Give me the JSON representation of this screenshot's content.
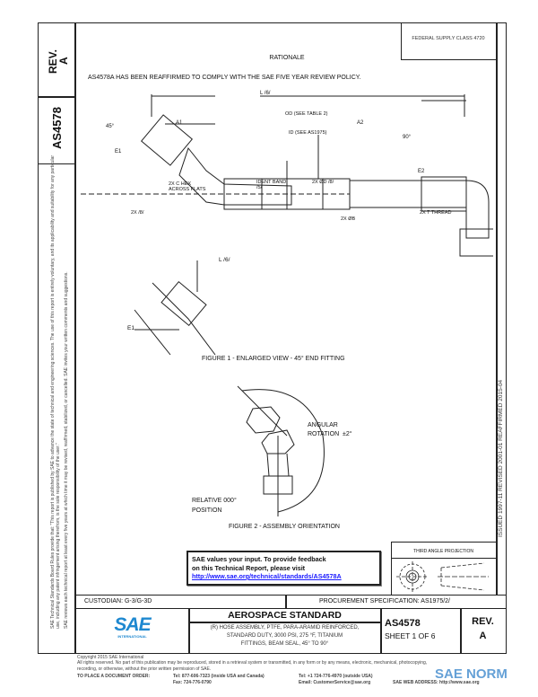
{
  "header": {
    "federal_supply_class": "FEDERAL SUPPLY CLASS 4720",
    "rationale_title": "RATIONALE",
    "rationale_text": "AS4578A HAS BEEN REAFFIRMED TO COMPLY WITH THE SAE FIVE YEAR REVIEW POLICY."
  },
  "left_strip": {
    "rev_label": "REV.",
    "rev_value": "A",
    "doc_number": "AS4578",
    "disclaimer_1": "SAE Technical Standards Board Rules provide that: \"This report is published by SAE to advance the state of technical and engineering sciences. The use of this report is entirely voluntary, and its applicability and suitability for any particular use, including any patent infringement arising therefrom, is the sole responsibility of the user.\"",
    "disclaimer_2": "SAE reviews each technical report at least every five years at which time it may be revised, reaffirmed, stabilized, or cancelled. SAE invites your written comments and suggestions."
  },
  "right_strip": {
    "issued": "ISSUED 1997-11   REVISED 2001-01   REAFFIRMED 2015-04"
  },
  "figure1": {
    "labels": {
      "L": "L /6/",
      "A1": "A1",
      "A2": "A2",
      "OD": "OD (SEE TABLE 2)",
      "ID": "ID (SEE AS1975)",
      "angle45": "45°",
      "angle90": "90°",
      "E1": "E1",
      "E2": "E2",
      "hex": "2X C HEX ACROSS FLATS",
      "ident": "IDENT BAND /5/",
      "diaD": "2X ØD /8/",
      "diaB": "2X ØB",
      "thread": "2X T THREAD",
      "note8": "2X /8/"
    },
    "detail_L": "L /6/",
    "detail_E1": "E1",
    "caption": "FIGURE 1 - ENLARGED VIEW - 45° END FITTING"
  },
  "figure2": {
    "angular": "ANGULAR",
    "rotation": "ROTATION  ±2°",
    "relative": "RELATIVE 000°",
    "position": "POSITION",
    "caption": "FIGURE 2 - ASSEMBLY ORIENTATION"
  },
  "feedback": {
    "line1": "SAE values your input. To provide feedback",
    "line2": "on this Technical Report, please visit",
    "link": "http://www.sae.org/technical/standards/AS4578A"
  },
  "projection": {
    "label": "THIRD ANGLE PROJECTION"
  },
  "info_row": {
    "custodian": "CUSTODIAN: G-3/G-3D",
    "procurement": "PROCUREMENT SPECIFICATION: AS1975/2/"
  },
  "title_block": {
    "logo_text": "SAE",
    "logo_sub": "INTERNATIONAL",
    "heading": "AEROSPACE STANDARD",
    "description_1": "(R) HOSE ASSEMBLY, PTFE, PARA-ARAMID REINFORCED,",
    "description_2": "STANDARD DUTY, 3000 PSI, 275 °F, TITANIUM",
    "description_3": "FITTINGS, BEAM SEAL, 45° TO 90°",
    "doc_number": "AS4578",
    "sheet": "SHEET 1 OF 6",
    "rev_label": "REV.",
    "rev_value": "A"
  },
  "footer": {
    "copyright": "Copyright 2015 SAE International",
    "rights_1": "All rights reserved. No part of this publication may be reproduced, stored in a retrieval system or transmitted, in any form or by any means, electronic, mechanical, photocopying,",
    "rights_2": "recording, or otherwise, without the prior written permission of SAE.",
    "order_label": "TO PLACE A DOCUMENT ORDER:",
    "tel_us": "Tel: 877-606-7323 (inside USA and Canada)",
    "fax": "Fax: 724-776-0790",
    "tel_intl": "Tel: +1 724-776-4970 (outside USA)",
    "email": "Email: CustomerService@sae.org",
    "web": "SAE WEB ADDRESS: http://www.sae.org"
  },
  "watermark": {
    "text": "SAE NORM"
  },
  "colors": {
    "link": "#1a1aff",
    "sae_blue": "#1e88d0",
    "watermark": "#4a90d0"
  }
}
